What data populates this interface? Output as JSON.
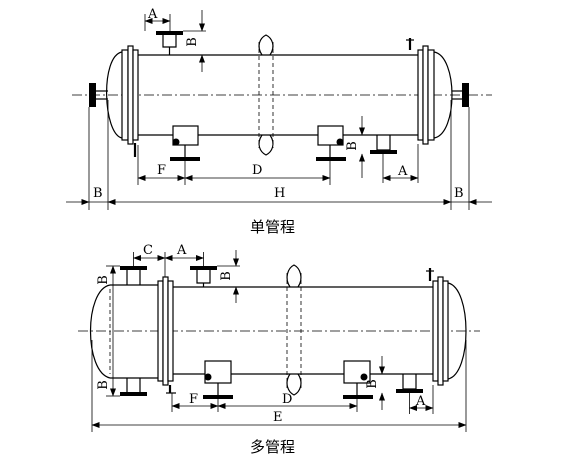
{
  "single_pass": {
    "caption": "单管程",
    "labels": {
      "A_top": "A",
      "B_top": "B",
      "F": "F",
      "D": "D",
      "B_right_nozzle": "B",
      "A_bottom_right": "A",
      "B_left": "B",
      "H": "H",
      "B_right": "B"
    }
  },
  "multi_pass": {
    "caption": "多管程",
    "labels": {
      "C": "C",
      "A_top": "A",
      "B_top_nozzle": "B",
      "B_left_top": "B",
      "B_left_bottom": "B",
      "F": "F",
      "D": "D",
      "B_bottom_nozzle": "B",
      "A_bottom_right": "A",
      "E": "E"
    }
  }
}
